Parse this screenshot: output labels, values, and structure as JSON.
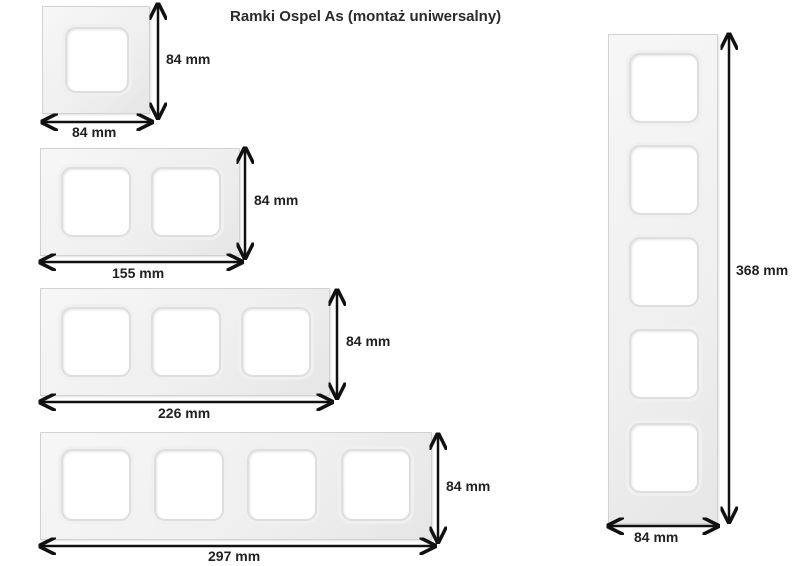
{
  "title": "Ramki Ospel As (montaż uniwersalny)",
  "frames": {
    "single": {
      "width_label": "84 mm",
      "height_label": "84 mm",
      "slots": 1
    },
    "double": {
      "width_label": "155 mm",
      "height_label": "84 mm",
      "slots": 2
    },
    "triple": {
      "width_label": "226 mm",
      "height_label": "84 mm",
      "slots": 3
    },
    "quadruple": {
      "width_label": "297 mm",
      "height_label": "84 mm",
      "slots": 4
    },
    "quintuple_vertical": {
      "width_label": "84 mm",
      "height_label": "368 mm",
      "slots": 5
    }
  }
}
